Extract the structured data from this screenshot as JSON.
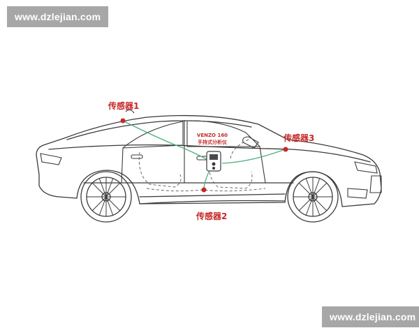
{
  "watermarks": {
    "top": "www.dzlejian.com",
    "bottom": "www.dzlejian.com"
  },
  "labels": {
    "sensor1": "传感器1",
    "sensor2": "传感器2",
    "sensor3": "传感器3",
    "device_model": "VENZO 160",
    "device_name": "手持式分析仪"
  },
  "colors": {
    "accent": "#c62828",
    "cable": "#4caf7d",
    "outline": "#3a3a3a",
    "watermark_bg": "#a7a7a7"
  }
}
